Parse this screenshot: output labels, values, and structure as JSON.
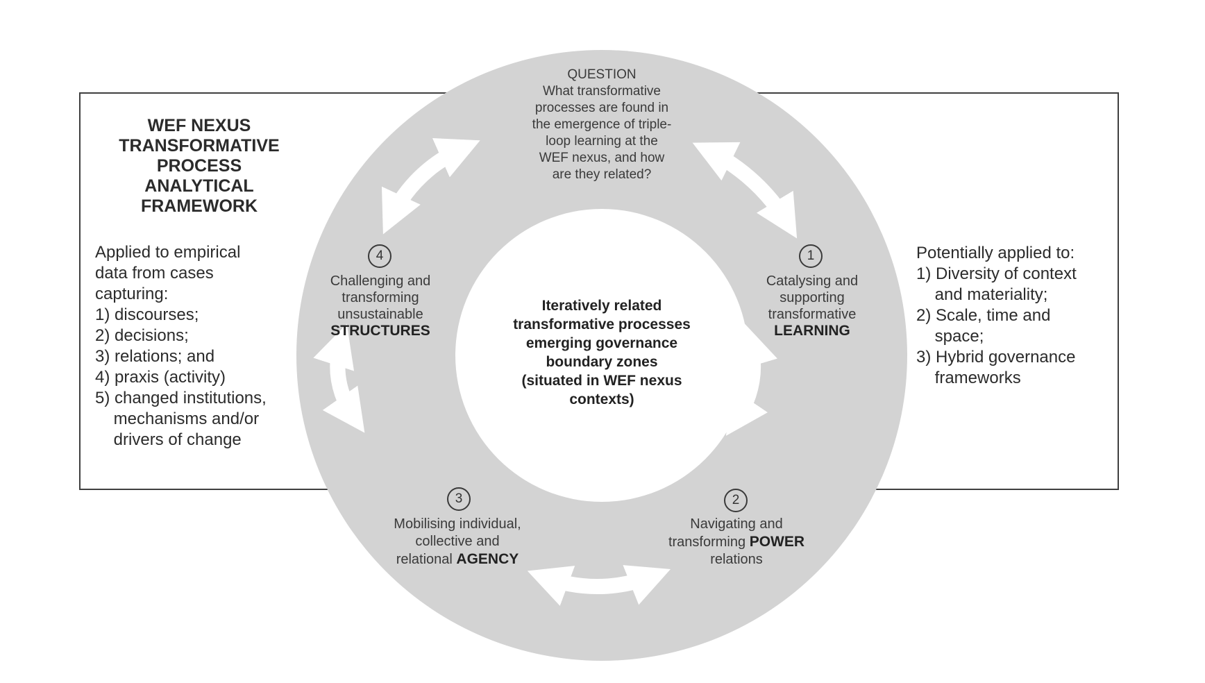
{
  "colors": {
    "ring": "#d3d3d3",
    "inner": "#ffffff",
    "arrow": "#ffffff",
    "text": "#333333",
    "border": "#3f3f3f"
  },
  "left_panel": {
    "title": "WEF NEXUS\nTRANSFORMATIVE\nPROCESS\nANALYTICAL\nFRAMEWORK",
    "body": "Applied to empirical\ndata from cases\ncapturing:\n1) discourses;\n2) decisions;\n3) relations; and\n4) praxis (activity)\n5) changed institutions,\n    mechanisms and/or\n    drivers of change"
  },
  "right_panel": {
    "body": "Potentially applied to:\n1) Diversity of context\n    and materiality;\n2) Scale, time and\n    space;\n3) Hybrid governance\n    frameworks"
  },
  "question": "QUESTION\nWhat transformative\nprocesses are found in\nthe emergence of triple-\nloop learning at the\nWEF nexus, and how\nare they related?",
  "center": "Iteratively related\ntransformative processes\nemerging governance\nboundary zones\n(situated in WEF nexus\ncontexts)",
  "nodes": [
    {
      "number": "1",
      "before": "Catalysing and\nsupporting\ntransformative\n",
      "keyword": "LEARNING",
      "after": ""
    },
    {
      "number": "2",
      "before": "Navigating and\ntransforming ",
      "keyword": "POWER",
      "after": "\nrelations"
    },
    {
      "number": "3",
      "before": "Mobilising individual,\ncollective and\nrelational ",
      "keyword": "AGENCY",
      "after": ""
    },
    {
      "number": "4",
      "before": "Challenging and\ntransforming\nunsustainable\n",
      "keyword": "STRUCTURES",
      "after": ""
    }
  ]
}
